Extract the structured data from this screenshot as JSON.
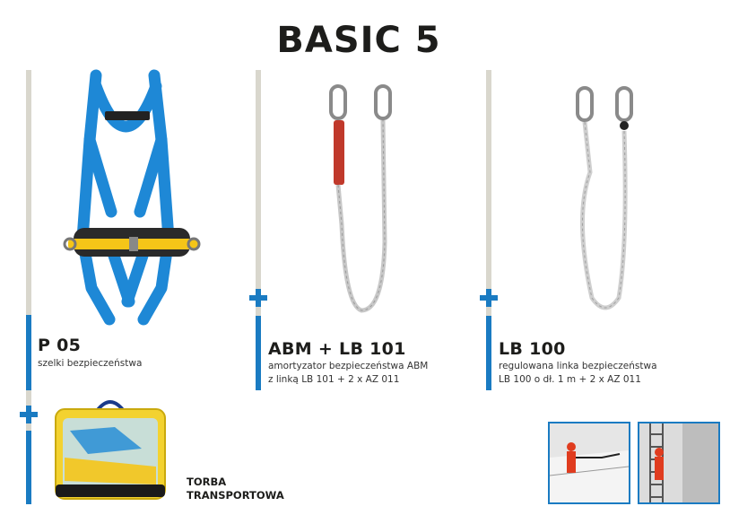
{
  "title": "BASIC 5",
  "products": [
    {
      "name": "P 05",
      "desc": [
        "szelki bezpieczeństwa"
      ]
    },
    {
      "name": "ABM + LB 101",
      "desc": [
        "amortyzator bezpieczeństwa ABM",
        "z linką LB 101 + 2 x AZ 011"
      ]
    },
    {
      "name": "LB 100",
      "desc": [
        "regulowana linka bezpieczeństwa",
        "LB 100 o dł. 1 m + 2 x AZ 011"
      ]
    }
  ],
  "bag": {
    "label_line1": "TORBA",
    "label_line2": "TRANSPORTOWA"
  },
  "colors": {
    "accent": "#1a7bc2",
    "divider": "#d9d7cd",
    "harness": "#1e88d6",
    "pad": "#f5c518",
    "absorber": "#c0392b"
  }
}
